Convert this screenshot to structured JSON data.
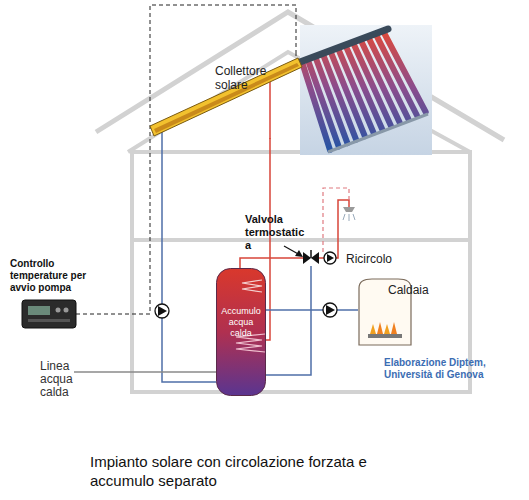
{
  "diagram": {
    "caption": "Impianto solare con circolazione forzata e accumulo separato",
    "nodes": [
      {
        "text": [
          "Collettore solare"
        ]
      },
      {
        "text": [
          "Valvola termostatic a"
        ]
      },
      {
        "text": [
          "Controllo temperature per avvio pompa"
        ]
      },
      {
        "text": [
          "Accumulo acqua calda"
        ]
      },
      {
        "text": [
          "Caldaia"
        ]
      }
    ],
    "edges": [
      {
        "from": 2,
        "to": 0,
        "arrow": "none"
      },
      {
        "from": 0,
        "to": 3,
        "arrow": "none"
      },
      {
        "from": 3,
        "to": 0,
        "arrow": "none"
      },
      {
        "from": 3,
        "to": 1,
        "arrow": "none"
      },
      {
        "from": 3,
        "to": 4,
        "arrow": "none"
      }
    ],
    "labels": [
      "Ricircolo",
      "Linea acqua calda",
      "Elaborazione Diptem, Università di Genova"
    ]
  }
}
